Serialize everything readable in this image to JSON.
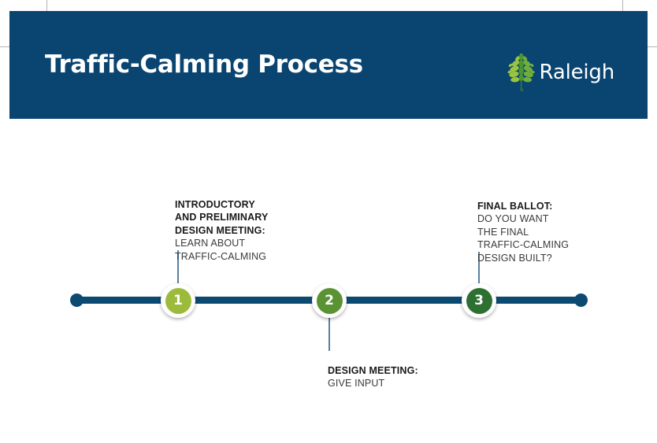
{
  "header": {
    "title": "Traffic-Calming Process",
    "brand_name": "Raleigh",
    "brand_mark_icon": "raleigh-oak-tree-icon",
    "band_color": "#0a4470",
    "title_color": "#ffffff"
  },
  "timeline": {
    "line_color": "#0d4a72",
    "connector_color": "#5a7fa0",
    "steps": [
      {
        "number": "1",
        "color": "#9cbb3c",
        "position": "above",
        "lead": "INTRODUCTORY\nAND PRELIMINARY\nDESIGN MEETING:",
        "body": "LEARN ABOUT\nTRAFFIC-CALMING"
      },
      {
        "number": "2",
        "color": "#5a9234",
        "position": "below",
        "lead": "DESIGN MEETING:",
        "body": "GIVE INPUT"
      },
      {
        "number": "3",
        "color": "#2e7031",
        "position": "above",
        "lead": "FINAL BALLOT:",
        "body": "DO YOU WANT\nTHE FINAL\nTRAFFIC-CALMING\nDESIGN BUILT?"
      }
    ]
  }
}
